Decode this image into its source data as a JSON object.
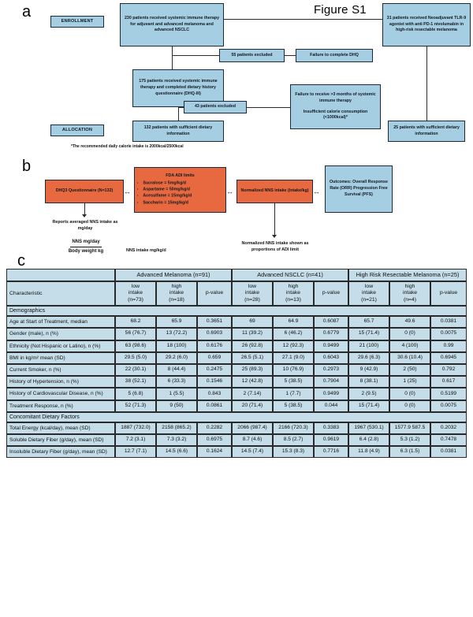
{
  "figure": {
    "title": "Figure S1",
    "panel_a": "a",
    "panel_b": "b",
    "panel_c": "c"
  },
  "panel_a": {
    "stage_labels": {
      "enrollment": "ENROLLMENT",
      "allocation": "ALLOCATION"
    },
    "boxes": {
      "enrolled": "230 patients received systemic immune therapy for adjuvant and advanced melanoma and advanced NSCLC",
      "neoadjuvant": "31 patients received Neoadjuvant TLR-9 agonist with anti PD-1 nivolumabin in high-risk resectable melanoma",
      "excluded55": "55 patients excluded",
      "reason55": "Failure to complete DHQ",
      "completed175": "175 patients received systemic immune therapy and completed dietary history questionnaire (DHQ-III)",
      "excluded43": "43 patients excluded",
      "reason43_line1": "Failure to receive >3 months of systemic immune therapy",
      "reason43_line2": "Insufficient calorie consumption (<1000kcal)*",
      "allocated132": "132 patients with sufficient dietary information",
      "allocated25": "25 patients with sufficient dietary information"
    },
    "footnote": "*The recommended daily calorie intake is 2000kcal/2500kcal"
  },
  "panel_b": {
    "dhq3": "DHQ3 Questionnaire (N=132)",
    "fda_header": "FDA ADI limits",
    "fda_limits": [
      "Sucralose = 5mg/kg/d",
      "Aspartame = 50mg/kg/d",
      "Acesulfame = 15mg/kg/d",
      "Saccharin = 15mg/kg/d"
    ],
    "normalized": "Normalized NNS intake (intake/kg)",
    "outcomes": "Outcomes: Overall Response Rate (ORR) Progression Free Survival (PFS)",
    "reports": "Reports averaged NNS intake as mg/day",
    "fraction_numerator": "NNS mg/day",
    "fraction_denominator": "Body weight kg",
    "fraction_result": "NNS intake mg/kg/d",
    "proportions": "Normalized NNS intake shown as proportions of ADI limit"
  },
  "table": {
    "groups": [
      {
        "label": "Advanced Melanoma (n=91)"
      },
      {
        "label": "Advanced NSCLC (n=41)"
      },
      {
        "label": "High Risk Resectable Melanoma (n=25)"
      }
    ],
    "characteristic_header": "Characteristic",
    "subheaders": [
      "low intake (n=73)",
      "high intake (n=18)",
      "p-value",
      "low intake (n=28)",
      "high intake (n=13)",
      "p-value",
      "low intake (n=21)",
      "high intake (n=4)",
      "p-value"
    ],
    "subheaders_split": [
      {
        "l1": "low",
        "l2": "intake",
        "l3": "(n=73)"
      },
      {
        "l1": "high",
        "l2": "intake",
        "l3": "(n=18)"
      },
      {
        "l1": "p-value",
        "l2": "",
        "l3": ""
      },
      {
        "l1": "low",
        "l2": "intake",
        "l3": "(n=28)"
      },
      {
        "l1": "high",
        "l2": "intake",
        "l3": "(n=13)"
      },
      {
        "l1": "p-value",
        "l2": "",
        "l3": ""
      },
      {
        "l1": "low",
        "l2": "intake",
        "l3": "(n=21)"
      },
      {
        "l1": "high",
        "l2": "intake",
        "l3": "(n=4)"
      },
      {
        "l1": "p-value",
        "l2": "",
        "l3": ""
      }
    ],
    "sections": [
      {
        "title": "Demographics",
        "rows": [
          {
            "label": "Age at Start of Treatment, median",
            "values": [
              "68.2",
              "65.9",
              "0.3651",
              "69",
              "64.9",
              "0.6087",
              "65.7",
              "49.6",
              "0.0381"
            ]
          },
          {
            "label": "Gender (male), n (%)",
            "values": [
              "56 (76.7)",
              "13 (72.2)",
              "0.6903",
              "11 (39.2)",
              "6 (46.2)",
              "0.6779",
              "15 (71.4)",
              "0 (0)",
              "0.0075"
            ]
          },
          {
            "label": "Ethnicity (Not Hispanic or Latino), n (%)",
            "values": [
              "63 (98.6)",
              "18 (100)",
              "0.6176",
              "26 (92.8)",
              "12 (92.3)",
              "0.9499",
              "21 (100)",
              "4 (100)",
              "0.99"
            ]
          },
          {
            "label": "BMI in kg/m² mean (SD)",
            "values": [
              "29.5 (5.0)",
              "29.2 (6.0)",
              "0.659",
              "26.5 (5.1)",
              "27.1 (9.0)",
              "0.6043",
              "29.6 (6.3)",
              "30.6 (10.4)",
              "0.6945"
            ]
          },
          {
            "label": "Current Smoker, n (%)",
            "values": [
              "22 (30.1)",
              "8 (44.4)",
              "0.2475",
              "25 (89.3)",
              "10 (76.9)",
              "0.2973",
              "9 (42.9)",
              "2 (50)",
              "0.792"
            ]
          },
          {
            "label": "History of Hypertension, n (%)",
            "values": [
              "38 (52.1)",
              "6 (33.3)",
              "0.1546",
              "12 (42.8)",
              "5 (38.5)",
              "0.7904",
              "8 (38.1)",
              "1 (25)",
              "0.617"
            ]
          },
          {
            "label": "History of Cardiovascular Disease, n (%)",
            "values": [
              "5 (6.8)",
              "1 (5.5)",
              "0.843",
              "2 (7.14)",
              "1 (7.7)",
              "0.9499",
              "2 (9.5)",
              "0 (0)",
              "0.5199"
            ]
          },
          {
            "label": "Treatment Response, n (%)",
            "values": [
              "52 (71.3)",
              "9 (50)",
              "0.0861",
              "20 (71.4)",
              "5 (38.5)",
              "0.044",
              "15 (71.4)",
              "0 (0)",
              "0.0075"
            ]
          }
        ]
      },
      {
        "title": "Concomitant Dietary Factors",
        "rows": [
          {
            "label": "Total Energy (kcal/day), mean (SD)",
            "values": [
              "1887 (732.0)",
              "2158 (865.2)",
              "0.2282",
              "2066 (987.4)",
              "2166 (720.3)",
              "0.3383",
              "1967 (530.1)",
              "1577.9 587.5",
              "0.2032"
            ]
          },
          {
            "label": "Soluble Dietary Fiber (g/day), mean (SD)",
            "values": [
              "7.2 (3.1)",
              "7.3 (3.2)",
              "0.6975",
              "8.7 (4.6)",
              "8.5 (2.7)",
              "0.9619",
              "6.4 (2.8)",
              "5.3 (1.2)",
              "0.7478"
            ]
          },
          {
            "label": "Insoluble Dietary Fiber (g/day), mean (SD)",
            "values": [
              "12.7 (7.1)",
              "14.5 (6.6)",
              "0.1624",
              "14.5 (7.4)",
              "15.3 (8.3)",
              "0.7716",
              "11.8 (4.9)",
              "6.3 (1.5)",
              "0.0381"
            ]
          }
        ]
      }
    ]
  },
  "colors": {
    "box_blue": "#a6cee3",
    "box_orange": "#e8693f",
    "table_cell": "#c5dde8",
    "line": "#2b2b2b"
  }
}
